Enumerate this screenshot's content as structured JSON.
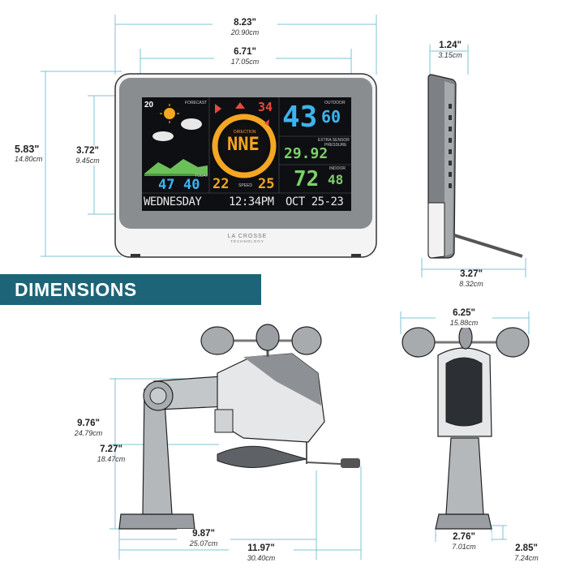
{
  "banner": {
    "title": "DIMENSIONS"
  },
  "brand": {
    "line1": "LA CROSSE",
    "line2": "TECHNOLOGY"
  },
  "console_front": {
    "width_overall": {
      "in": "8.23\"",
      "cm": "20.90cm"
    },
    "width_screen": {
      "in": "6.71\"",
      "cm": "17.05cm"
    },
    "height_overall": {
      "in": "5.83\"",
      "cm": "14.80cm"
    },
    "height_screen": {
      "in": "3.72\"",
      "cm": "9.45cm"
    }
  },
  "console_side": {
    "depth_top": {
      "in": "1.24\"",
      "cm": "3.15cm"
    },
    "depth_stand": {
      "in": "3.27\"",
      "cm": "8.32cm"
    }
  },
  "sensor_side": {
    "height_overall": {
      "in": "9.76\"",
      "cm": "24.79cm"
    },
    "height_arm": {
      "in": "7.27\"",
      "cm": "18.47cm"
    },
    "width_base": {
      "in": "9.87\"",
      "cm": "25.07cm"
    },
    "width_overall": {
      "in": "11.97\"",
      "cm": "30.40cm"
    }
  },
  "sensor_front": {
    "width_cups": {
      "in": "6.25\"",
      "cm": "15.88cm"
    },
    "width_base": {
      "in": "2.76\"",
      "cm": "7.01cm"
    },
    "depth_base": {
      "in": "2.85\"",
      "cm": "7.24cm"
    }
  },
  "display": {
    "temp_small": "20",
    "forecast_label": "FORECAST",
    "direction_label": "DIRECTION",
    "direction_value": "NNE",
    "top_wind": "34",
    "outdoor_label": "OUTDOOR",
    "outdoor_temp": "43",
    "outdoor_hum": "60",
    "extra_label": "EXTRA SENSOR",
    "pressure_label": "PRESSURE",
    "pressure_value": "29.92",
    "indoor_label": "INDOOR",
    "indoor_temp": "72",
    "indoor_hum": "48",
    "today_label": "TODAY",
    "hi_temp": "47",
    "lo_temp": "40",
    "speed_label": "SPEED",
    "speed_left": "22",
    "speed_right": "25",
    "day": "WEDNESDAY",
    "time": "12:34PM",
    "date": "OCT 25-23"
  },
  "colors": {
    "banner": "#1d6478",
    "dimension_line": "#7fc3d3",
    "screen_bg": "#0e0f12",
    "orange": "#f5a623",
    "blue": "#3cb4f0",
    "green": "#7cd06a",
    "red": "#e84a3a"
  }
}
